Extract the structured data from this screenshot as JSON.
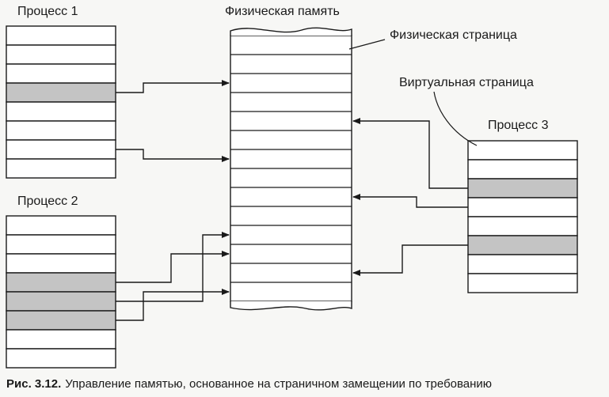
{
  "labels": {
    "process1": "Процесс 1",
    "process2": "Процесс 2",
    "process3": "Процесс 3",
    "physical_memory": "Физическая память",
    "physical_page": "Физическая страница",
    "virtual_page": "Виртуальная страница"
  },
  "caption": {
    "number": "Рис. 3.12.",
    "text": "Управление памятью, основанное на страничном замещении по требованию"
  },
  "colors": {
    "line": "#1a1a1a",
    "shaded_page": "#c4c4c4",
    "page_fill": "#ffffff"
  },
  "process1": {
    "page_count": 8,
    "shaded": [
      3
    ]
  },
  "process2": {
    "page_count": 8,
    "shaded": [
      3,
      4,
      5
    ]
  },
  "process3": {
    "page_count": 8,
    "shaded": [
      2,
      5
    ]
  },
  "physical_memory": {
    "page_count": 14
  },
  "mappings": [
    {
      "process": "process1",
      "page": 3,
      "frame": 2
    },
    {
      "process": "process1",
      "page": 6,
      "frame": 6
    },
    {
      "process": "process2",
      "page": 3,
      "frame": 11
    },
    {
      "process": "process2",
      "page": 4,
      "frame": 10
    },
    {
      "process": "process2",
      "page": 5,
      "frame": 13
    },
    {
      "process": "process3",
      "page": 2,
      "frame": 4
    },
    {
      "process": "process3",
      "page": 3,
      "frame": 8
    },
    {
      "process": "process3",
      "page": 5,
      "frame": 12
    }
  ]
}
